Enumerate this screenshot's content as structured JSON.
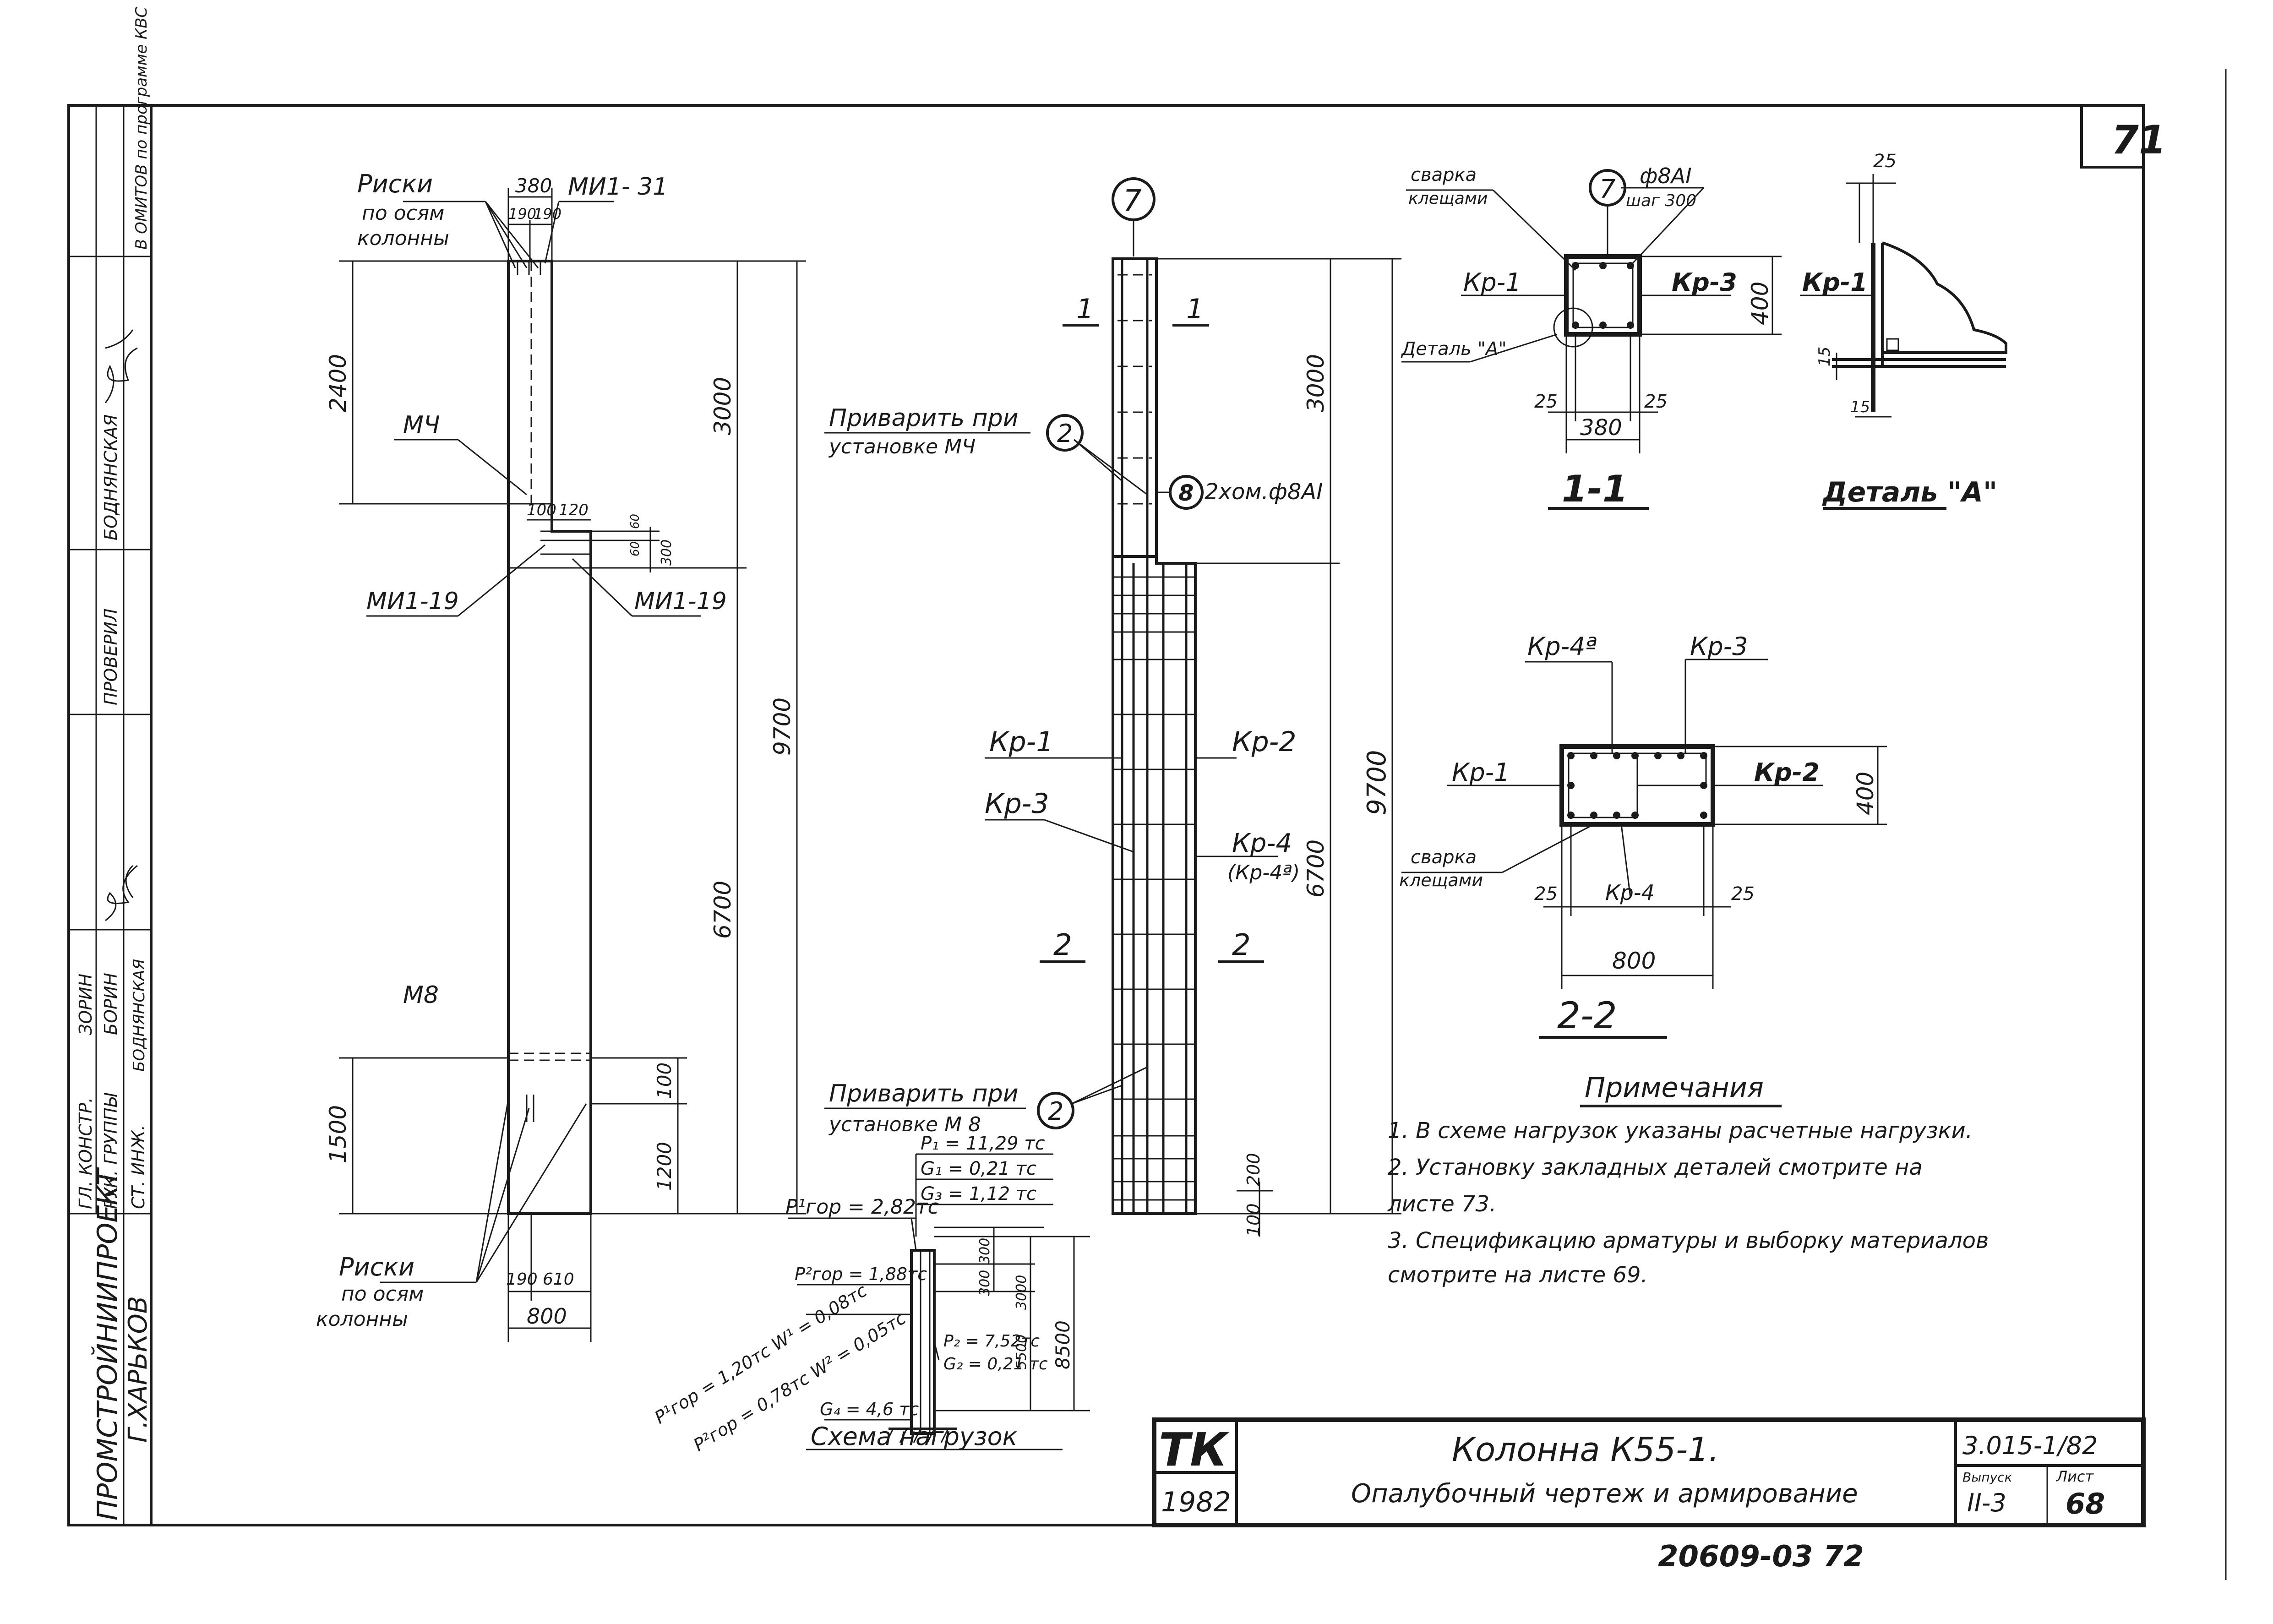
{
  "sheet": {
    "corner_number": "71",
    "bottom_code": "20609-03  72"
  },
  "side_stamp": {
    "vertical_org": "ПРОМСТРОЙНИИПРОЕКТ",
    "vertical_city": "Г.ХАРЬКОВ",
    "approval_note": "В ОМИТОВ по программе КВС",
    "roles": [
      "ГЛ. КОНСТР.",
      "РУК. ГРУППЫ",
      "СТ. ИНЖ."
    ],
    "names": [
      "ЗОРИН",
      "БОРИН",
      "БОДНЯНСКАЯ"
    ],
    "checked_label": "ПРОВЕРИЛ",
    "checked_name": "БОДНЯНСКАЯ"
  },
  "formwork": {
    "top_labels": {
      "marks": "Риски",
      "marks_sub1": "по осям",
      "marks_sub2": "колонны",
      "top_width": "380",
      "top_half_left": "190",
      "top_half_right": "190",
      "embed_top": "МИ1- 31"
    },
    "labels": {
      "mch": "МЧ",
      "mi_left": "МИ1-19",
      "mi_right": "МИ1-19",
      "m8": "М8",
      "marks_bottom": "Риски",
      "marks_bottom_sub1": "по осям",
      "marks_bottom_sub2": "колонны",
      "w100": "100",
      "w120": "120",
      "d60a": "60",
      "d60b": "60",
      "d300": "300"
    },
    "dims": {
      "d2400": "2400",
      "d3000": "3000",
      "d9700": "9700",
      "d6700": "6700",
      "d1500": "1500",
      "d100": "100",
      "d1200": "1200",
      "b190": "190",
      "b610": "610",
      "b800": "800"
    }
  },
  "reinforcement": {
    "axis_label": "7",
    "axis_label_2": "8",
    "section_1": "1",
    "section_2": "2",
    "weld_top_line1": "Приварить при",
    "weld_top_line2": "установке МЧ",
    "weld_top_num": "2",
    "clamp_note": "2хом.ф8АI",
    "weld_bottom_line1": "Приварить при",
    "weld_bottom_line2": "установке М 8",
    "weld_bottom_num": "2",
    "kp1": "Кр-1",
    "kp2": "Кр-2",
    "kp3": "Кр-3",
    "kp4": "Кр-4",
    "kp4a": "(Кр-4ª)",
    "d3000": "3000",
    "d9700": "9700",
    "d6700": "6700",
    "d200": "200",
    "d100": "100"
  },
  "loads": {
    "p1": "P₁ = 11,29 тс",
    "g1": "G₁ = 0,21 тс",
    "g3": "G₃ = 1,12 тс",
    "p1gor": "P¹гор = 2,82тс",
    "p2gor_x": "P²гор = 1,88тс",
    "p1gor_y": "P¹гор = 1,20тс  W¹ = 0,08тс",
    "p2gor_y": "P²гор = 0,78тс  W² = 0,05тс",
    "p2": "P₂ = 7,52тс",
    "g2": "G₂ = 0,21 тс",
    "g4": "G₄ = 4,6 тс",
    "d300a": "300",
    "d300b": "300",
    "d3000": "3000",
    "d5500": "5500",
    "d8500": "8500",
    "caption": "Схема нагрузок"
  },
  "section11": {
    "weld_line1": "сварка",
    "weld_line2": "клещами",
    "axis": "7",
    "rebar": "ф8АI",
    "step": "шаг 300",
    "kp1": "Кр-1",
    "kp3": "Кр-3",
    "detail": "Деталь \"А\"",
    "d400": "400",
    "d25a": "25",
    "d25b": "25",
    "d380": "380",
    "title": "1-1"
  },
  "detailA": {
    "d25": "25",
    "kp1": "Кр-1",
    "d15a": "15",
    "d15b": "15",
    "title": "Деталь \"А\""
  },
  "section22": {
    "kp4a": "Кр-4ª",
    "kp3": "Кр-3",
    "kp1": "Кр-1",
    "kp2": "Кр-2",
    "d400": "400",
    "weld_line1": "сварка",
    "weld_line2": "клещами",
    "d25a": "25",
    "kp4": "Кр-4",
    "d25b": "25",
    "d800": "800",
    "title": "2-2"
  },
  "notes": {
    "heading": "Примечания",
    "items": [
      "1. В схеме нагрузок указаны расчетные нагрузки.",
      "2. Установку закладных деталей смотрите на",
      "    листе 73.",
      "3. Спецификацию арматуры и выборку материалов",
      "    смотрите на листе 69."
    ]
  },
  "title_block": {
    "logo": "ТК",
    "year": "1982",
    "title_line1": "Колонна К55-1.",
    "title_line2": "Опалубочный чертеж и армирование",
    "series": "3.015-1/82",
    "issue_label": "Выпуск",
    "issue": "II-3",
    "sheet_label": "Лист",
    "sheet": "68"
  }
}
